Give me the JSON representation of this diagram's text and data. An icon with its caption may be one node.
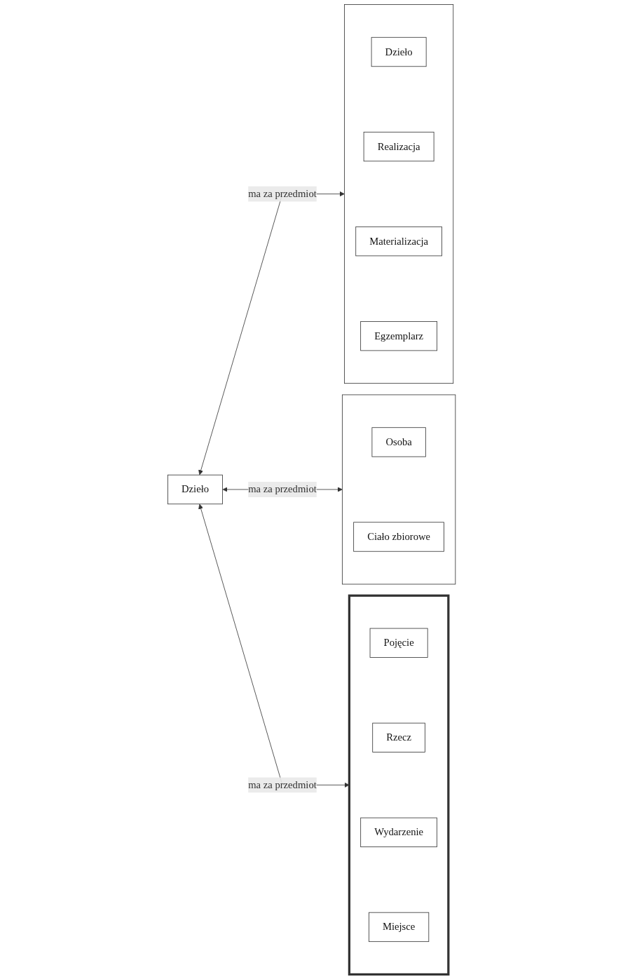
{
  "diagram": {
    "nodes": [
      {
        "text": [
          "Dzieło"
        ]
      },
      {
        "text": [],
        "shape": "box"
      },
      {
        "text": [
          "Dzieło"
        ],
        "in": 1
      },
      {
        "text": [
          "Realizacja"
        ],
        "in": 1
      },
      {
        "text": [
          "Materializacja"
        ],
        "in": 1
      },
      {
        "text": [
          "Egzemplarz"
        ],
        "in": 1
      },
      {
        "text": [],
        "shape": "box"
      },
      {
        "text": [
          "Osoba"
        ],
        "in": 6
      },
      {
        "text": [
          "Ciało zbiorowe"
        ],
        "in": 6
      },
      {
        "text": [],
        "shape": "box"
      },
      {
        "text": [
          "Pojęcie"
        ],
        "in": 9
      },
      {
        "text": [
          "Rzecz"
        ],
        "in": 9
      },
      {
        "text": [
          "Wydarzenie"
        ],
        "in": 9
      },
      {
        "text": [
          "Miejsce"
        ],
        "in": 9
      }
    ],
    "edges": [
      {
        "from": 0,
        "to": 1,
        "arrow": "both",
        "label": "ma za przedmiot"
      },
      {
        "from": 0,
        "to": 6,
        "arrow": "both",
        "label": "ma za przedmiot"
      },
      {
        "from": 0,
        "to": 9,
        "arrow": "both",
        "label": "ma za przedmiot"
      }
    ]
  }
}
